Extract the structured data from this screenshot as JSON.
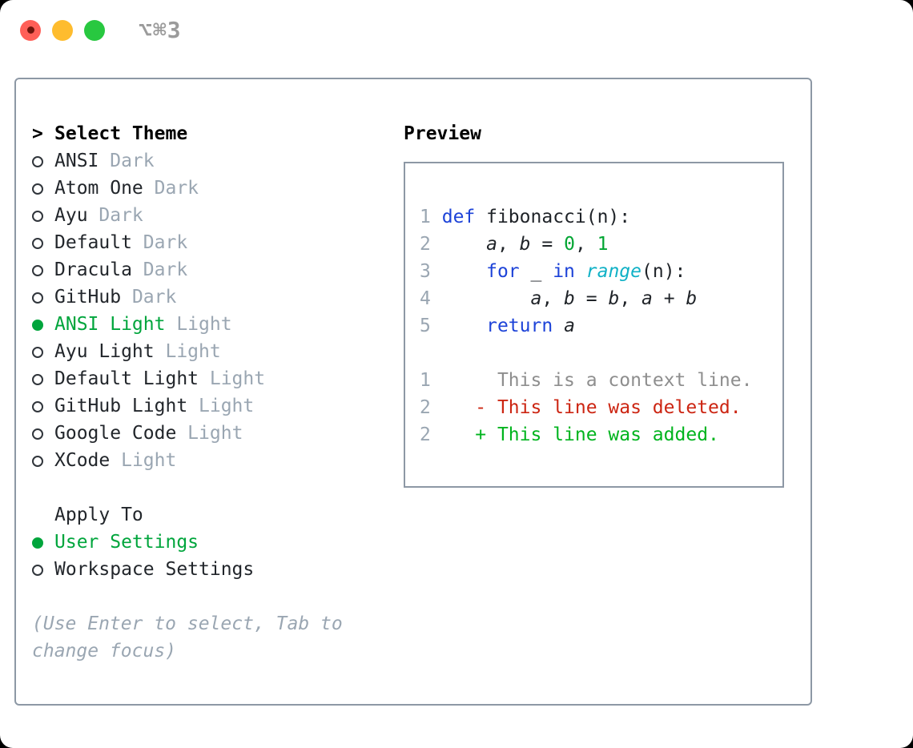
{
  "titlebar": {
    "shortcut": "⌥⌘3"
  },
  "colors": {
    "border_gray": "#8d98a5",
    "muted_gray_blue": "#9aa6b2",
    "text_dark": "#22262b",
    "selected_green": "#00a53c",
    "added_green": "#00b41e",
    "deleted_red": "#cc2512",
    "keyword_blue": "#1d43d8",
    "builtin_cyan": "#10b1c6",
    "number_green": "#00a532",
    "context_gray": "#8e8e8e",
    "traffic_red": "#ff5f57",
    "traffic_yellow": "#febc2e",
    "traffic_green": "#28c840"
  },
  "theme_selector": {
    "header_prefix": ">",
    "header": "Select Theme",
    "items": [
      {
        "name": "ANSI",
        "variant": "Dark",
        "selected": false
      },
      {
        "name": "Atom One",
        "variant": "Dark",
        "selected": false
      },
      {
        "name": "Ayu",
        "variant": "Dark",
        "selected": false
      },
      {
        "name": "Default",
        "variant": "Dark",
        "selected": false
      },
      {
        "name": "Dracula",
        "variant": "Dark",
        "selected": false
      },
      {
        "name": "GitHub",
        "variant": "Dark",
        "selected": false
      },
      {
        "name": "ANSI Light",
        "variant": "Light",
        "selected": true
      },
      {
        "name": "Ayu Light",
        "variant": "Light",
        "selected": false
      },
      {
        "name": "Default Light",
        "variant": "Light",
        "selected": false
      },
      {
        "name": "GitHub Light",
        "variant": "Light",
        "selected": false
      },
      {
        "name": "Google Code",
        "variant": "Light",
        "selected": false
      },
      {
        "name": "XCode",
        "variant": "Light",
        "selected": false
      }
    ]
  },
  "apply_to": {
    "header": "Apply To",
    "options": [
      {
        "label": "User Settings",
        "selected": true
      },
      {
        "label": "Workspace Settings",
        "selected": false
      }
    ]
  },
  "hint": "(Use Enter to select, Tab to change focus)",
  "preview": {
    "header": "Preview",
    "lines": [
      {
        "segments": [
          {
            "t": "1",
            "c": "ln"
          },
          {
            "t": " ",
            "c": "p"
          },
          {
            "t": "def",
            "c": "kw"
          },
          {
            "t": " fibonacci(n):",
            "c": "p"
          }
        ]
      },
      {
        "segments": [
          {
            "t": "2",
            "c": "ln"
          },
          {
            "t": "     ",
            "c": "p"
          },
          {
            "t": "a",
            "c": "va"
          },
          {
            "t": ", ",
            "c": "p"
          },
          {
            "t": "b",
            "c": "va"
          },
          {
            "t": " = ",
            "c": "p"
          },
          {
            "t": "0",
            "c": "nu"
          },
          {
            "t": ", ",
            "c": "p"
          },
          {
            "t": "1",
            "c": "nu"
          }
        ]
      },
      {
        "segments": [
          {
            "t": "3",
            "c": "ln"
          },
          {
            "t": "     ",
            "c": "p"
          },
          {
            "t": "for",
            "c": "kw"
          },
          {
            "t": " _ ",
            "c": "p"
          },
          {
            "t": "in",
            "c": "kw"
          },
          {
            "t": " ",
            "c": "p"
          },
          {
            "t": "range",
            "c": "bi"
          },
          {
            "t": "(n):",
            "c": "p"
          }
        ]
      },
      {
        "segments": [
          {
            "t": "4",
            "c": "ln"
          },
          {
            "t": "         ",
            "c": "p"
          },
          {
            "t": "a",
            "c": "va"
          },
          {
            "t": ", ",
            "c": "p"
          },
          {
            "t": "b",
            "c": "va"
          },
          {
            "t": " = ",
            "c": "p"
          },
          {
            "t": "b",
            "c": "va"
          },
          {
            "t": ", ",
            "c": "p"
          },
          {
            "t": "a",
            "c": "va"
          },
          {
            "t": " + ",
            "c": "p"
          },
          {
            "t": "b",
            "c": "va"
          }
        ]
      },
      {
        "segments": [
          {
            "t": "5",
            "c": "ln"
          },
          {
            "t": "     ",
            "c": "p"
          },
          {
            "t": "return",
            "c": "kw"
          },
          {
            "t": " ",
            "c": "p"
          },
          {
            "t": "a",
            "c": "va"
          }
        ]
      },
      {
        "segments": [
          {
            "t": " ",
            "c": "p"
          }
        ]
      },
      {
        "segments": [
          {
            "t": "1",
            "c": "ln"
          },
          {
            "t": "      ",
            "c": "p"
          },
          {
            "t": "This is a context line.",
            "c": "ctx"
          }
        ]
      },
      {
        "segments": [
          {
            "t": "2",
            "c": "ln"
          },
          {
            "t": "    ",
            "c": "p"
          },
          {
            "t": "- This line was deleted.",
            "c": "del"
          }
        ]
      },
      {
        "segments": [
          {
            "t": "2",
            "c": "ln"
          },
          {
            "t": "    ",
            "c": "p"
          },
          {
            "t": "+ This line was added.",
            "c": "add"
          }
        ]
      }
    ]
  }
}
